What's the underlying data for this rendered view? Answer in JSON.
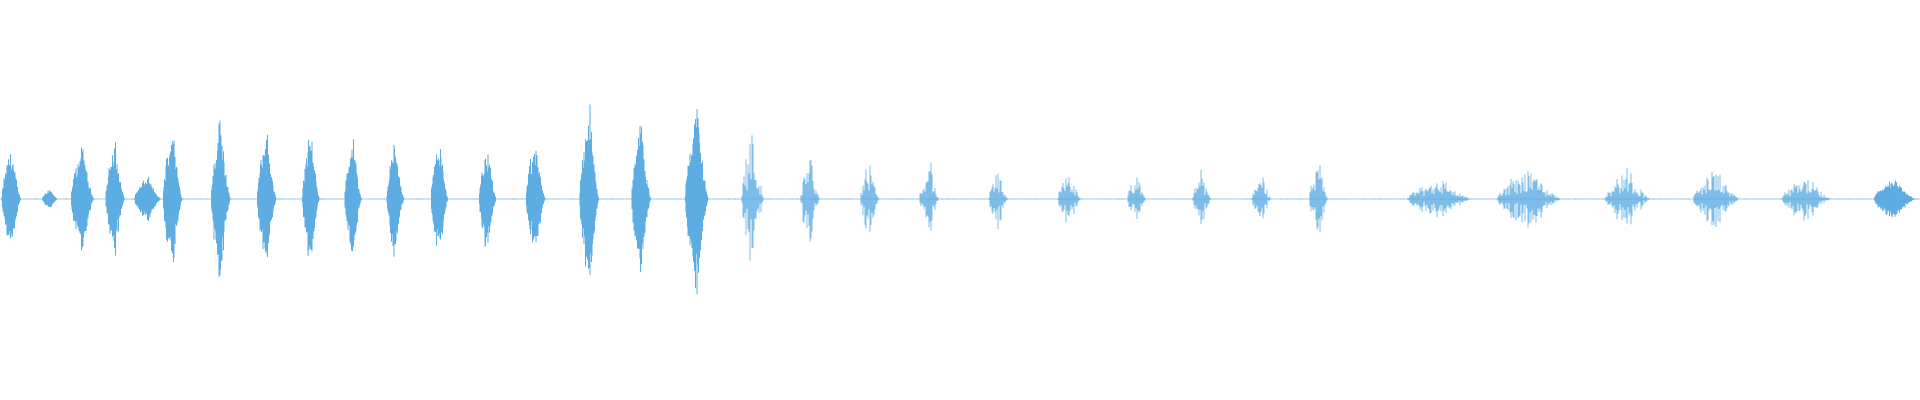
{
  "waveform": {
    "color": "#5dade2",
    "background": "#ffffff",
    "amplitude_scale_max": 1.0,
    "bursts": [
      {
        "center": 0.006,
        "width": 0.01,
        "amp": 0.28,
        "density": "dense"
      },
      {
        "center": 0.026,
        "width": 0.008,
        "amp": 0.06,
        "density": "dense"
      },
      {
        "center": 0.043,
        "width": 0.012,
        "amp": 0.28,
        "density": "dense"
      },
      {
        "center": 0.06,
        "width": 0.01,
        "amp": 0.3,
        "density": "dense"
      },
      {
        "center": 0.077,
        "width": 0.014,
        "amp": 0.12,
        "density": "dense"
      },
      {
        "center": 0.09,
        "width": 0.01,
        "amp": 0.4,
        "density": "dense"
      },
      {
        "center": 0.115,
        "width": 0.01,
        "amp": 0.45,
        "density": "dense"
      },
      {
        "center": 0.139,
        "width": 0.01,
        "amp": 0.37,
        "density": "dense"
      },
      {
        "center": 0.162,
        "width": 0.009,
        "amp": 0.37,
        "density": "dense"
      },
      {
        "center": 0.184,
        "width": 0.009,
        "amp": 0.33,
        "density": "dense"
      },
      {
        "center": 0.206,
        "width": 0.009,
        "amp": 0.32,
        "density": "dense"
      },
      {
        "center": 0.229,
        "width": 0.009,
        "amp": 0.32,
        "density": "dense"
      },
      {
        "center": 0.254,
        "width": 0.009,
        "amp": 0.3,
        "density": "dense"
      },
      {
        "center": 0.279,
        "width": 0.01,
        "amp": 0.32,
        "density": "dense"
      },
      {
        "center": 0.307,
        "width": 0.01,
        "amp": 0.52,
        "density": "dense"
      },
      {
        "center": 0.334,
        "width": 0.01,
        "amp": 0.42,
        "density": "dense"
      },
      {
        "center": 0.363,
        "width": 0.012,
        "amp": 0.52,
        "density": "dense"
      },
      {
        "center": 0.392,
        "width": 0.012,
        "amp": 0.41,
        "density": "sparse"
      },
      {
        "center": 0.422,
        "width": 0.01,
        "amp": 0.28,
        "density": "sparse"
      },
      {
        "center": 0.453,
        "width": 0.01,
        "amp": 0.22,
        "density": "sparse"
      },
      {
        "center": 0.484,
        "width": 0.01,
        "amp": 0.26,
        "density": "sparse"
      },
      {
        "center": 0.52,
        "width": 0.01,
        "amp": 0.16,
        "density": "sparse"
      },
      {
        "center": 0.557,
        "width": 0.012,
        "amp": 0.17,
        "density": "sparse"
      },
      {
        "center": 0.592,
        "width": 0.01,
        "amp": 0.13,
        "density": "sparse"
      },
      {
        "center": 0.626,
        "width": 0.01,
        "amp": 0.16,
        "density": "sparse"
      },
      {
        "center": 0.657,
        "width": 0.01,
        "amp": 0.17,
        "density": "sparse"
      },
      {
        "center": 0.687,
        "width": 0.01,
        "amp": 0.2,
        "density": "sparse"
      },
      {
        "center": 0.75,
        "width": 0.034,
        "amp": 0.12,
        "density": "sparse"
      },
      {
        "center": 0.797,
        "width": 0.034,
        "amp": 0.18,
        "density": "sparse"
      },
      {
        "center": 0.848,
        "width": 0.024,
        "amp": 0.17,
        "density": "sparse"
      },
      {
        "center": 0.894,
        "width": 0.024,
        "amp": 0.17,
        "density": "sparse"
      },
      {
        "center": 0.941,
        "width": 0.026,
        "amp": 0.13,
        "density": "sparse"
      },
      {
        "center": 0.987,
        "width": 0.022,
        "amp": 0.11,
        "density": "dense"
      }
    ],
    "baseline_noise": 0.004
  }
}
